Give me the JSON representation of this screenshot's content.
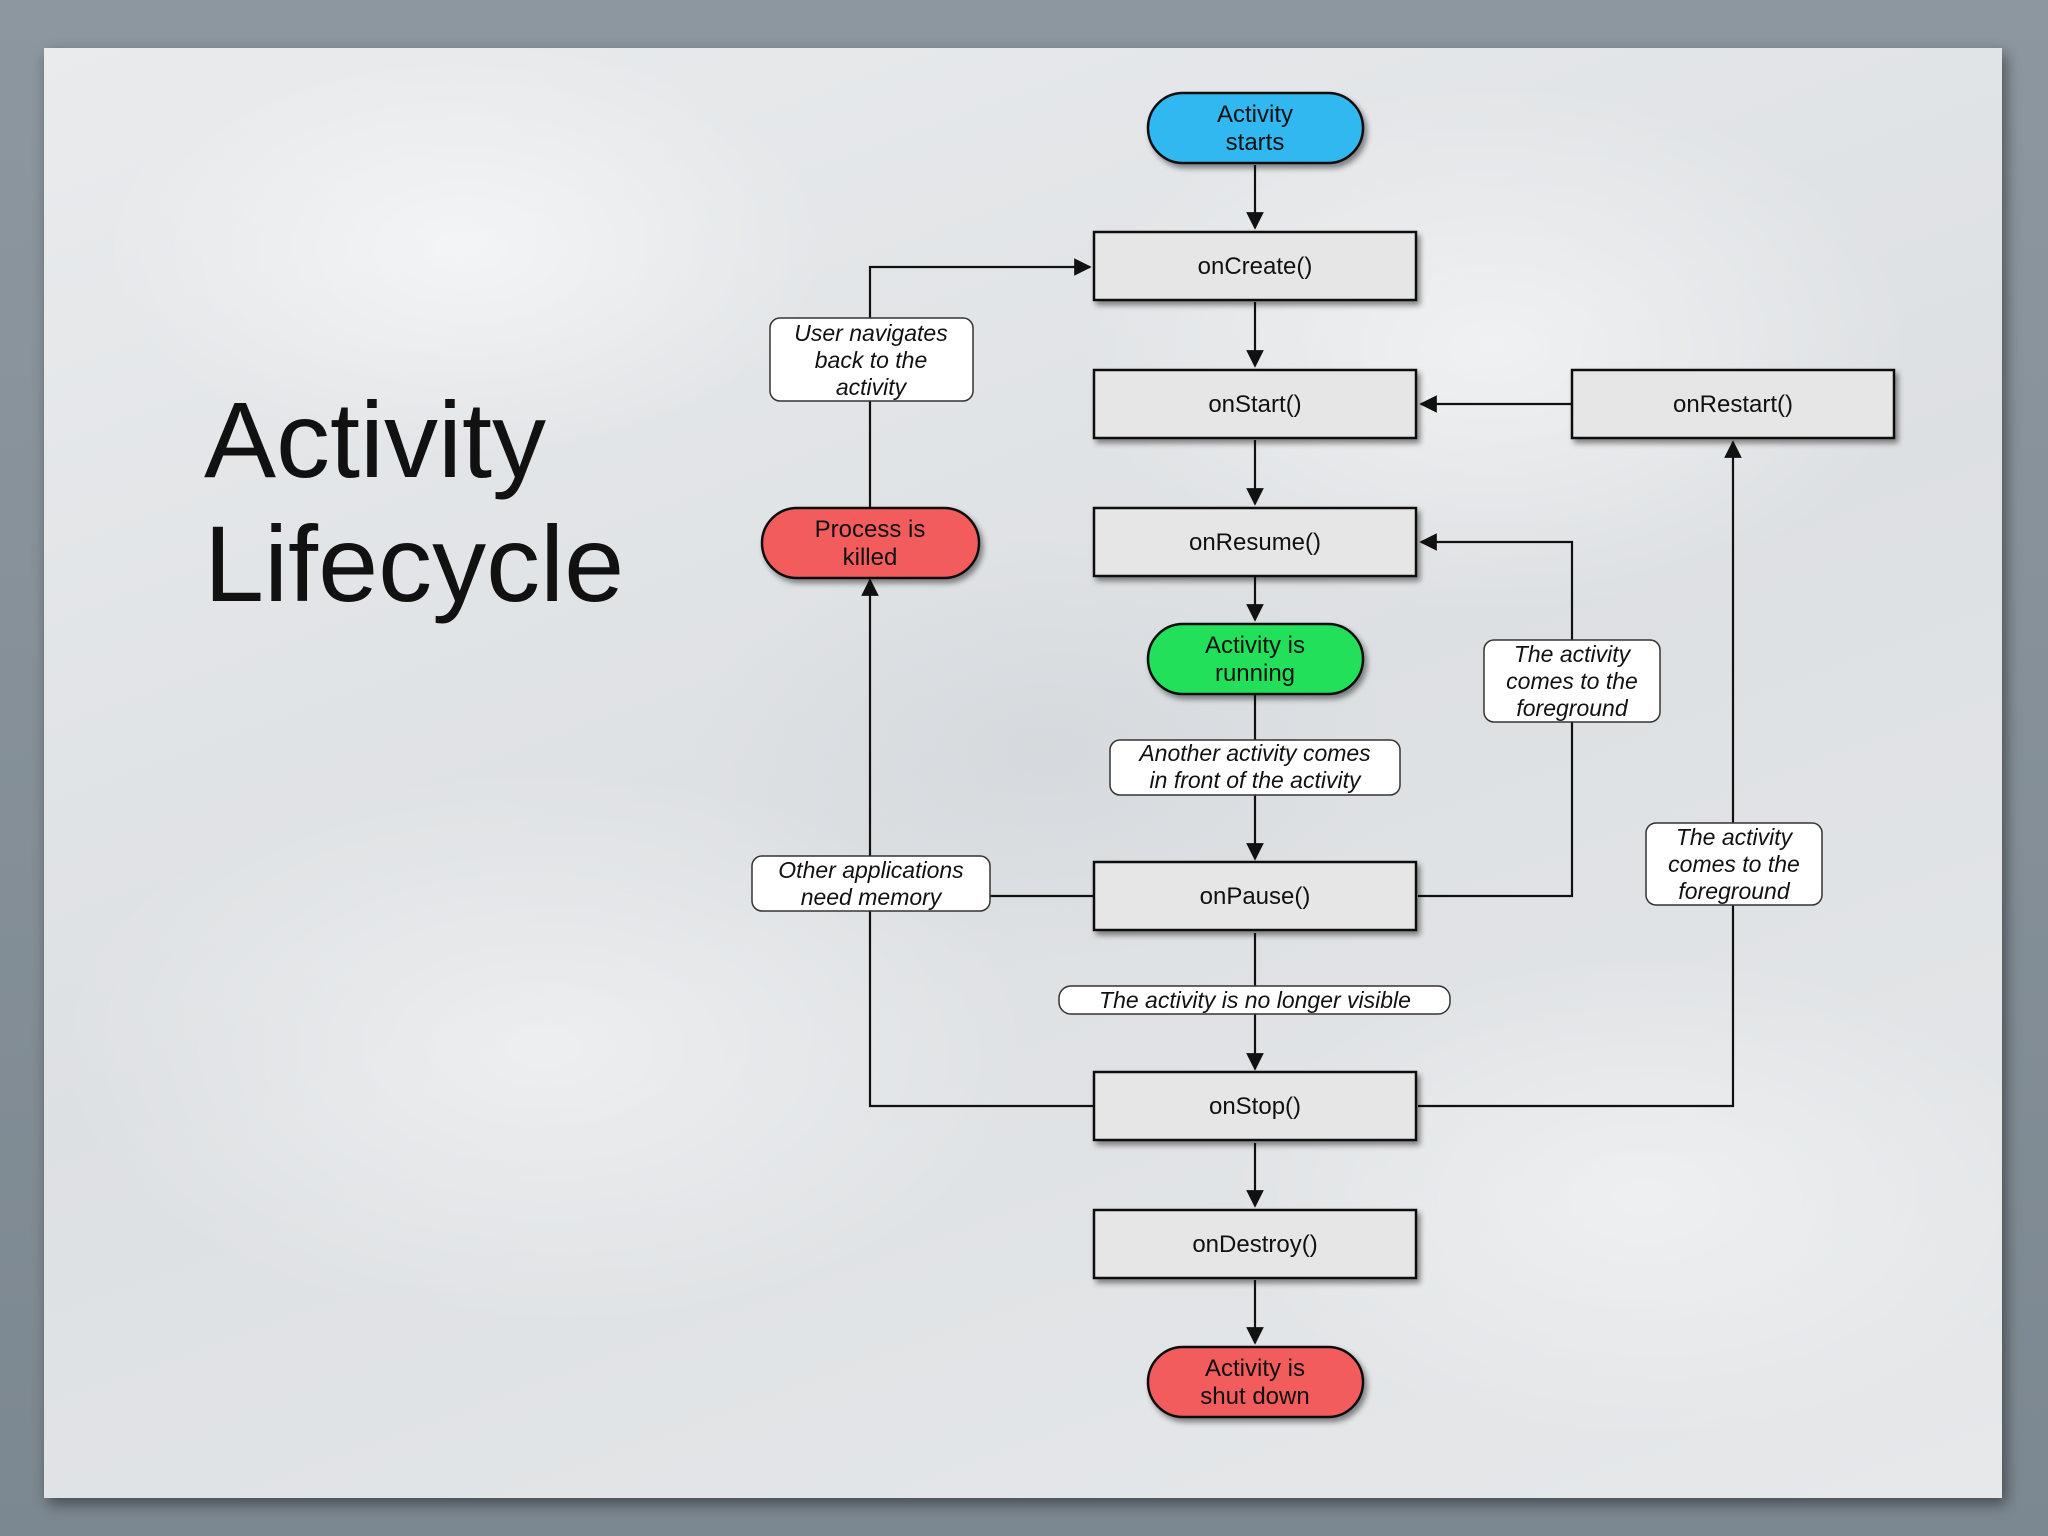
{
  "slide": {
    "title_line1": "Activity",
    "title_line2": "Lifecycle"
  },
  "diagram": {
    "colors": {
      "start": "#33b8f0",
      "running": "#22e05a",
      "killed": "#f25c5c",
      "shutdown": "#f25c5c",
      "box": "#e6e6e6"
    },
    "activity_starts": [
      "Activity",
      "starts"
    ],
    "on_create": "onCreate()",
    "on_start": "onStart()",
    "on_restart": "onRestart()",
    "on_resume": "onResume()",
    "activity_running": [
      "Activity is",
      "running"
    ],
    "on_pause": "onPause()",
    "on_stop": "onStop()",
    "on_destroy": "onDestroy()",
    "activity_shutdown": [
      "Activity is",
      "shut down"
    ],
    "process_killed": [
      "Process is",
      "killed"
    ],
    "label_user_navigates": [
      "User navigates",
      "back to the",
      "activity"
    ],
    "label_another_activity": [
      "Another activity comes",
      "in front of the activity"
    ],
    "label_no_longer_visible": "The activity is no longer visible",
    "label_other_apps": [
      "Other applications",
      "need memory"
    ],
    "label_foreground_resume": [
      "The activity",
      "comes to the",
      "foreground"
    ],
    "label_foreground_restart": [
      "The activity",
      "comes to the",
      "foreground"
    ]
  }
}
